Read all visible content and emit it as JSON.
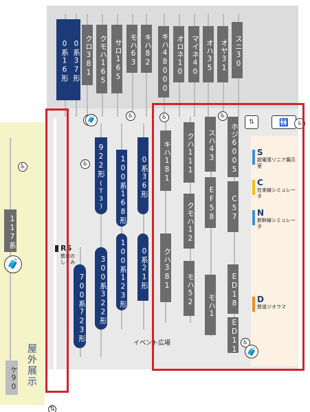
{
  "trains_top": [
    {
      "label": "0系16形",
      "color": "navy"
    },
    {
      "label": "0系37形",
      "color": "navy"
    },
    {
      "label": "クロ381",
      "color": "gray"
    },
    {
      "label": "クモハ165",
      "color": "gray"
    },
    {
      "label": "サロ165",
      "color": "gray"
    },
    {
      "label": "モハ63",
      "color": "gray"
    },
    {
      "label": "キハ82",
      "color": "gray"
    },
    {
      "label": "キハ48000",
      "color": "gray"
    },
    {
      "label": "オロネ10",
      "color": "gray"
    },
    {
      "label": "マイネ40",
      "color": "gray"
    },
    {
      "label": "オハ35",
      "color": "gray"
    },
    {
      "label": "オヤ31",
      "color": "gray"
    },
    {
      "label": "スニ30",
      "color": "gray"
    }
  ],
  "trains_middle": [
    {
      "label": "922形",
      "sub": "(T3)",
      "color": "navy"
    },
    {
      "label": "100系168形",
      "color": "navy"
    },
    {
      "label": "0系36形",
      "color": "navy"
    },
    {
      "label": "100系123形",
      "color": "navy"
    },
    {
      "label": "0系21形",
      "color": "navy"
    },
    {
      "label": "300系322形",
      "color": "navy"
    },
    {
      "label": "700系723形",
      "color": "navy"
    }
  ],
  "trains_right": [
    {
      "label": "キハ181",
      "color": "gray"
    },
    {
      "label": "クハ381",
      "color": "gray"
    },
    {
      "label": "クハ111",
      "color": "gray"
    },
    {
      "label": "クモハ12",
      "color": "gray"
    },
    {
      "label": "モハ52",
      "color": "gray"
    },
    {
      "label": "スハ43",
      "color": "gray"
    },
    {
      "label": "EF58",
      "color": "gray"
    },
    {
      "label": "モハ1",
      "color": "gray"
    },
    {
      "label": "ホジ6005",
      "color": "gray"
    },
    {
      "label": "C57",
      "color": "gray"
    },
    {
      "label": "ED18",
      "color": "gray"
    },
    {
      "label": "ED11",
      "color": "gray"
    }
  ],
  "outdoor": {
    "train_label": "117系",
    "outline_label": "屋外展示",
    "small_label": "ケ90"
  },
  "rs_label": "RS",
  "rs_sub": "鉄道のしくみ",
  "event_label": "イベント広場",
  "zones": [
    {
      "letter": "S",
      "text": "超電導リニア展示室",
      "color": "#3a8fd6"
    },
    {
      "letter": "C",
      "text": "在来線シミュレータ",
      "color": "#f2c018"
    },
    {
      "letter": "N",
      "text": "新幹線シミュレータ",
      "color": "#3a8fd6"
    },
    {
      "letter": "D",
      "text": "鉄道ジオラマ",
      "color": "#f08a28"
    }
  ],
  "highlight_color": "#d1232a"
}
